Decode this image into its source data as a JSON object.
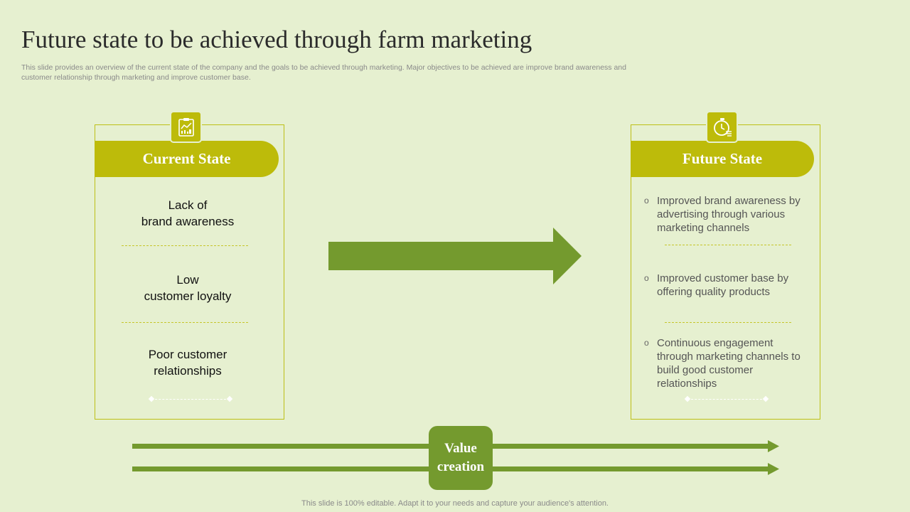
{
  "slide": {
    "title": "Future state to be achieved through farm marketing",
    "subtitle": "This slide provides an overview of the current state of the company and the goals to be achieved through marketing. Major objectives to be achieved are improve brand awareness and customer relationship through marketing and improve customer base.",
    "footer": "This slide is 100% editable. Adapt it to your needs and capture your audience's attention."
  },
  "current_state": {
    "heading": "Current State",
    "icon": "report-chart-icon",
    "items": [
      {
        "line1": "Lack of",
        "line2": "brand awareness"
      },
      {
        "line1": "Low",
        "line2": "customer loyalty"
      },
      {
        "line1": "Poor customer",
        "line2": "relationships"
      }
    ]
  },
  "future_state": {
    "heading": "Future State",
    "icon": "stopwatch-icon",
    "bullet": "o",
    "items": [
      "Improved brand awareness by advertising through various marketing channels",
      "Improved customer base by offering quality products",
      "Continuous engagement through marketing channels to build good customer relationships"
    ]
  },
  "value_creation": {
    "line1": "Value",
    "line2": "creation"
  },
  "colors": {
    "background": "#e6f0d0",
    "accent_yellow": "#bdbb0a",
    "accent_green": "#749a2e"
  }
}
